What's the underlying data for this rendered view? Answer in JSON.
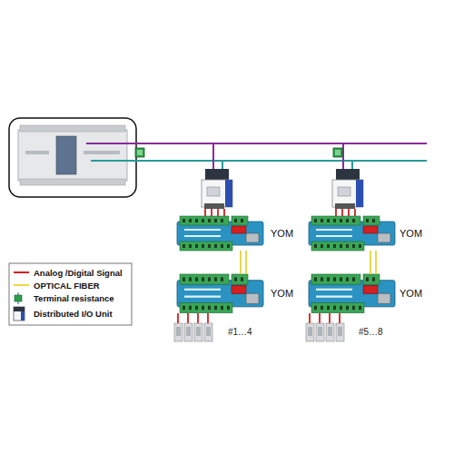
{
  "diagram": {
    "nodes": [
      {
        "text": [
          "YOM"
        ]
      },
      {
        "text": [
          "YOM"
        ]
      },
      {
        "text": [
          "YOM"
        ]
      },
      {
        "text": [
          "YOM"
        ]
      }
    ],
    "edges": [
      {
        "from": 0,
        "to": 2,
        "arrow": "none"
      },
      {
        "from": 1,
        "to": 3,
        "arrow": "none"
      }
    ],
    "labels": [
      "#1…4",
      "#5…8"
    ],
    "legend": [
      {
        "text": "Analog /Digital Signal"
      },
      {
        "text": "OPTICAL FIBER"
      },
      {
        "text": "Terminal resistance"
      },
      {
        "text": "Distributed I/O Unit"
      }
    ]
  }
}
